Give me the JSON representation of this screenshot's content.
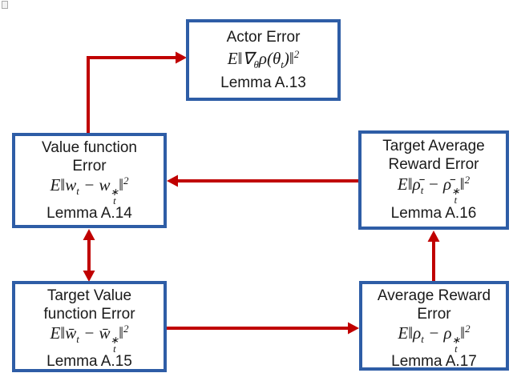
{
  "figure": {
    "kind": "lemma-dependency-flow-diagram",
    "colors": {
      "arrow": "#C00000",
      "box_border": "#2E5DA6",
      "text": "#1a1a1a",
      "background": "#FFFFFF"
    },
    "boxes": [
      {
        "id": "actor-error",
        "title": "Actor Error",
        "formula_plain": "E‖∇_θ ρ(θ_t)‖^2",
        "formula_tokens": [
          {
            "v": "E‖∇"
          },
          {
            "v": "θ",
            "s": "sub"
          },
          {
            "v": "ρ(θ"
          },
          {
            "v": "t",
            "s": "sub"
          },
          {
            "v": ")‖"
          },
          {
            "v": "2",
            "s": "sup"
          }
        ],
        "lemma": "Lemma A.13"
      },
      {
        "id": "value-function-error",
        "title": "Value function\nError",
        "formula_plain": "E‖w_t − w_t^*‖^2",
        "formula_tokens": [
          {
            "v": "E‖w"
          },
          {
            "v": "t",
            "s": "sub"
          },
          {
            "v": " − w"
          },
          {
            "s": "stack",
            "a": "∗",
            "b": "t"
          },
          {
            "v": "‖"
          },
          {
            "v": "2",
            "s": "sup"
          }
        ],
        "lemma": "Lemma A.14"
      },
      {
        "id": "target-average-reward-error",
        "title": "Target Average\nReward Error",
        "formula_plain": "E‖ρ̄_t − ρ̄_t^*‖^2",
        "formula_tokens": [
          {
            "v": "E‖ρ̄"
          },
          {
            "v": "t",
            "s": "sub"
          },
          {
            "v": " − ρ̄"
          },
          {
            "s": "stack",
            "a": "∗",
            "b": "t"
          },
          {
            "v": "‖"
          },
          {
            "v": "2",
            "s": "sup"
          }
        ],
        "lemma": "Lemma A.16"
      },
      {
        "id": "target-value-function-error",
        "title": "Target Value\nfunction Error",
        "formula_plain": "E‖w̄_t − w̄_t^*‖^2",
        "formula_tokens": [
          {
            "v": "E‖w̄"
          },
          {
            "v": "t",
            "s": "sub"
          },
          {
            "v": " − w̄"
          },
          {
            "s": "stack",
            "a": "∗",
            "b": "t"
          },
          {
            "v": "‖"
          },
          {
            "v": "2",
            "s": "sup"
          }
        ],
        "lemma": "Lemma A.15"
      },
      {
        "id": "average-reward-error",
        "title": "Average Reward\nError",
        "formula_plain": "E‖ρ_t − ρ_t^*‖^2",
        "formula_tokens": [
          {
            "v": "E‖ρ"
          },
          {
            "v": "t",
            "s": "sub"
          },
          {
            "v": " − ρ"
          },
          {
            "s": "stack",
            "a": "∗",
            "b": "t"
          },
          {
            "v": "‖"
          },
          {
            "v": "2",
            "s": "sup"
          }
        ],
        "lemma": "Lemma A.17"
      }
    ],
    "arrows": [
      {
        "from": "value-function-error",
        "to": "actor-error",
        "shape": "elbow",
        "heads": "single"
      },
      {
        "from": "target-average-reward-error",
        "to": "value-function-error",
        "shape": "straight",
        "heads": "single"
      },
      {
        "from": "value-function-error",
        "to": "target-value-function-error",
        "shape": "straight",
        "heads": "double"
      },
      {
        "from": "target-value-function-error",
        "to": "average-reward-error",
        "shape": "straight",
        "heads": "single"
      },
      {
        "from": "average-reward-error",
        "to": "target-average-reward-error",
        "shape": "straight",
        "heads": "single"
      }
    ]
  }
}
